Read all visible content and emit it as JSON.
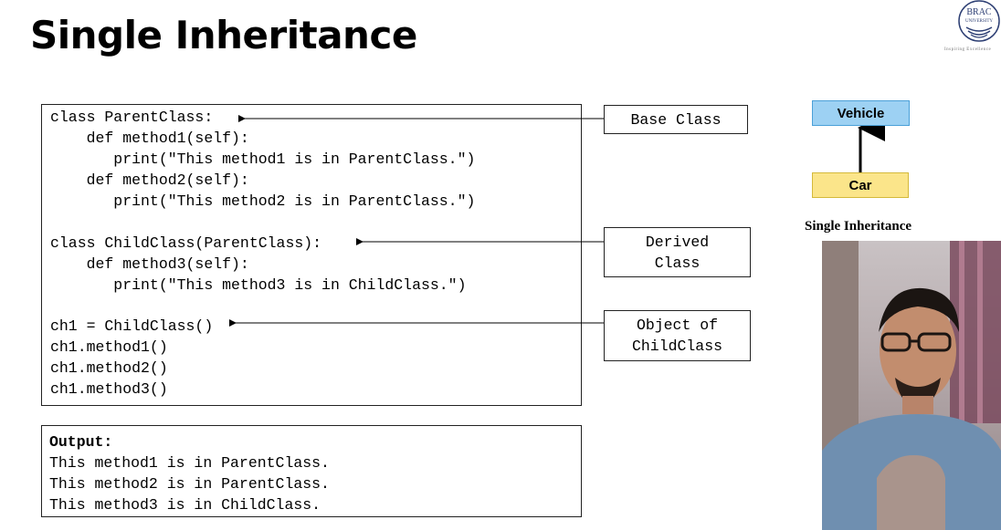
{
  "slide": {
    "title": "Single Inheritance",
    "logo_text": [
      "BRAC",
      "UNIVERSITY"
    ],
    "logo_tagline": "Inspiring Excellence"
  },
  "code": {
    "lines": [
      "class ParentClass:",
      "    def method1(self):",
      "       print(\"This method1 is in ParentClass.\")",
      "    def method2(self):",
      "       print(\"This method2 is in ParentClass.\")",
      "",
      "class ChildClass(ParentClass):",
      "    def method3(self):",
      "       print(\"This method3 is in ChildClass.\")",
      "",
      "ch1 = ChildClass()",
      "ch1.method1()",
      "ch1.method2()",
      "ch1.method3()"
    ]
  },
  "output": {
    "label": "Output:",
    "lines": [
      "This method1 is in ParentClass.",
      "This method2 is in ParentClass.",
      "This method3 is in ChildClass."
    ]
  },
  "annotations": {
    "base_class": "Base Class",
    "derived_class": "Derived\nClass",
    "object_of_child": "Object of\nChildClass"
  },
  "diagram": {
    "parent": "Vehicle",
    "child": "Car",
    "caption": "Single Inheritance",
    "colors": {
      "parent_fill": "#9dd1f3",
      "child_fill": "#fbe58a"
    }
  },
  "video": {
    "description_icon": "presenter-webcam-feed"
  }
}
